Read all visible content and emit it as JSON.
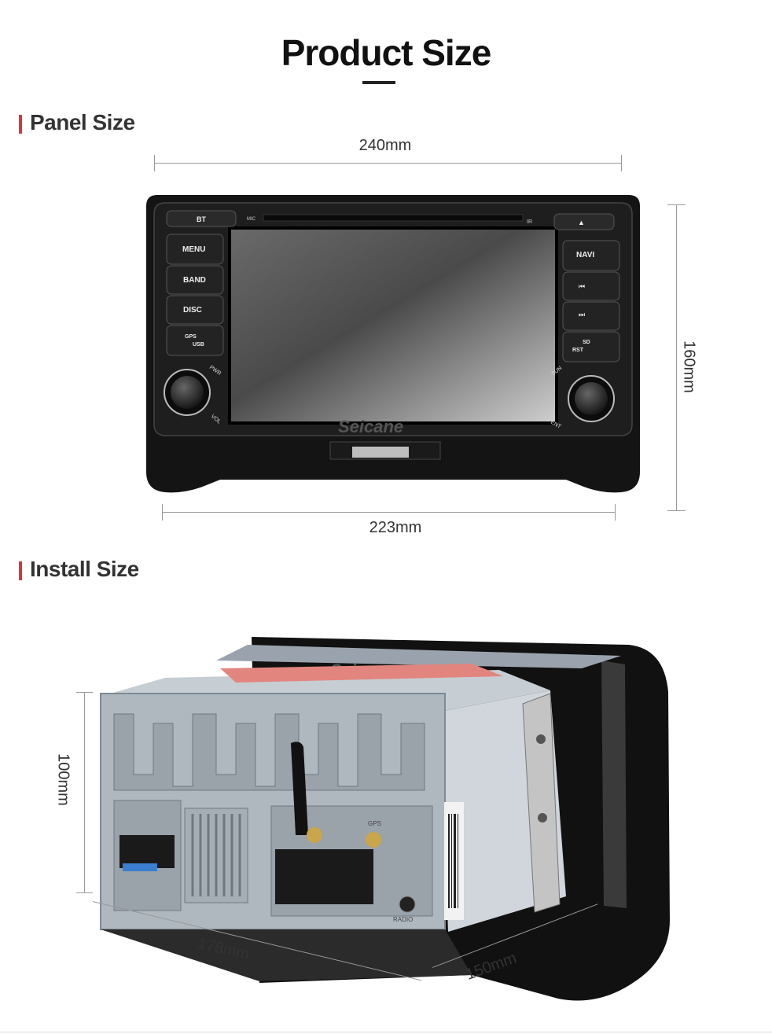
{
  "page": {
    "title": "Product Size"
  },
  "panel_section": {
    "heading": "Panel Size",
    "dim_top": "240mm",
    "dim_bottom": "223mm",
    "dim_right": "160mm"
  },
  "install_section": {
    "heading": "Install Size",
    "dim_height": "100mm",
    "dim_depth": "178mm",
    "dim_width": "150mm"
  },
  "panel_buttons": {
    "bt": "BT",
    "mic": "MIC",
    "ir": "IR",
    "eject": "▲",
    "menu": "MENU",
    "band": "BAND",
    "disc": "DISC",
    "gps": "GPS",
    "usb": "USB",
    "navi": "NAVI",
    "prev": "⏮",
    "next": "⏭",
    "sd": "SD",
    "rst": "RST",
    "pwr": "PWR",
    "vol": "VOL",
    "tun": "TUN",
    "ent": "ENT"
  },
  "brand": {
    "name": "Seicane"
  },
  "rear_labels": {
    "gps": "GPS",
    "radio": "RADIO"
  }
}
